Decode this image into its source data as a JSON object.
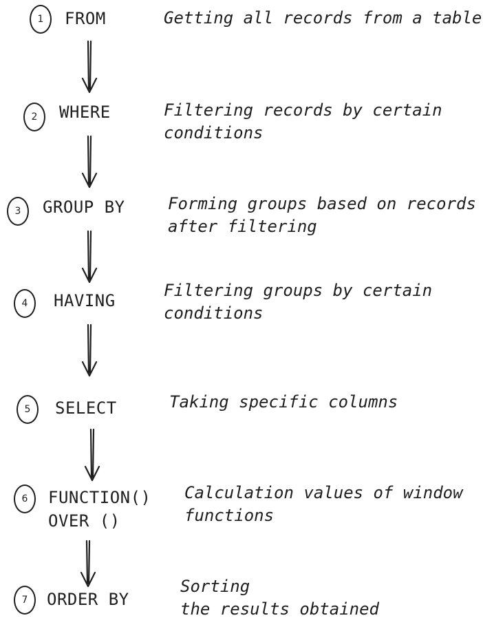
{
  "steps": [
    {
      "number": "1",
      "keyword": "FROM",
      "description": "Getting all records from a table"
    },
    {
      "number": "2",
      "keyword": "WHERE",
      "description": "Filtering records by certain\nconditions"
    },
    {
      "number": "3",
      "keyword": "GROUP BY",
      "description": "Forming groups based on records\nafter filtering"
    },
    {
      "number": "4",
      "keyword": "HAVING",
      "description": "Filtering groups by certain\nconditions"
    },
    {
      "number": "5",
      "keyword": "SELECT",
      "description": "Taking specific columns"
    },
    {
      "number": "6",
      "keyword": "FUNCTION()\nOVER ()",
      "description": "Calculation values of window\nfunctions"
    },
    {
      "number": "7",
      "keyword": "ORDER BY",
      "description": "Sorting\nthe results obtained"
    }
  ],
  "colors": {
    "stroke": "#1e1e1e",
    "background": "#ffffff"
  }
}
